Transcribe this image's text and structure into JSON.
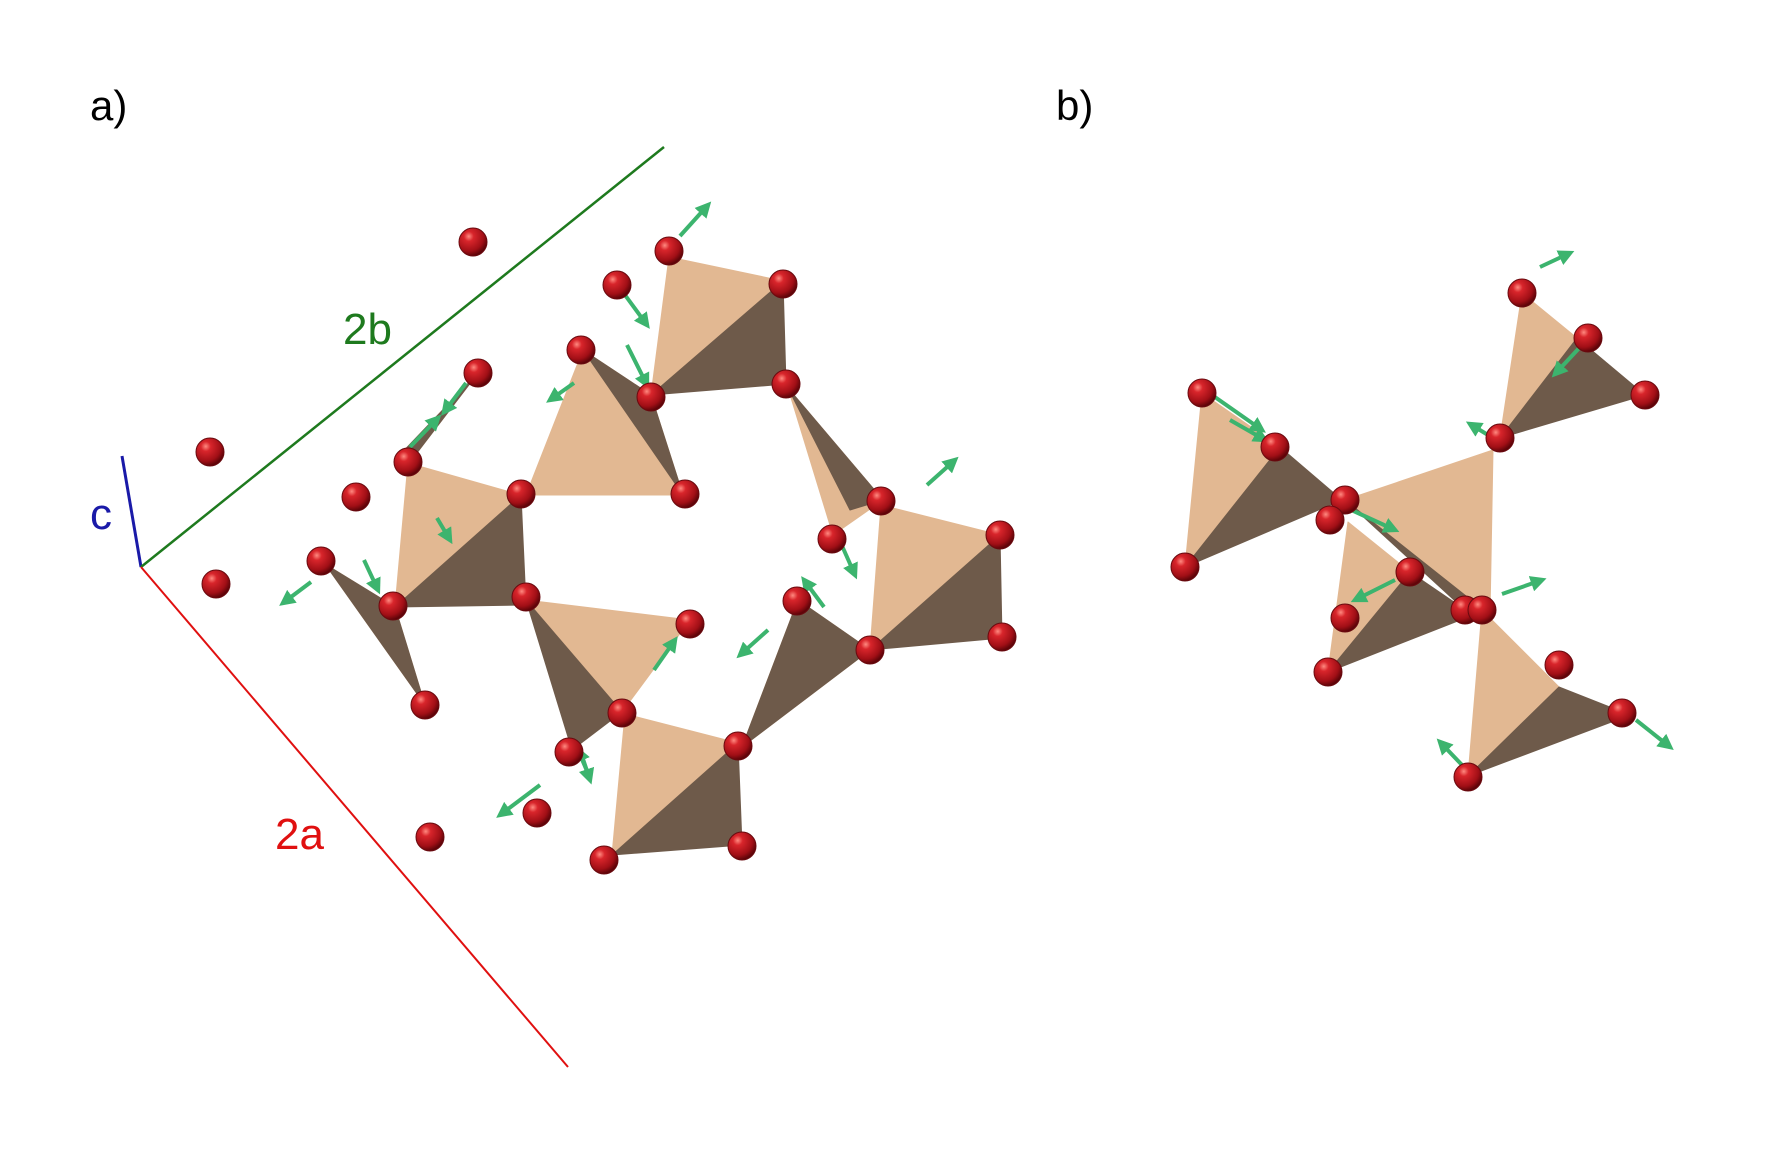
{
  "panels": {
    "a": {
      "label": "a)"
    },
    "b": {
      "label": "b)"
    }
  },
  "axes": {
    "c": {
      "label": "c",
      "color": "#1a1aa8"
    },
    "b": {
      "label": "2b",
      "color": "#1e7a1e"
    },
    "a": {
      "label": "2a",
      "color": "#e01010"
    }
  },
  "colors": {
    "atom": "#b0121a",
    "tetra_light": "#e2b892",
    "tetra_mid": "#c49a78",
    "tetra_dark": "#6e5a4a",
    "arrow": "#3cb46e"
  }
}
